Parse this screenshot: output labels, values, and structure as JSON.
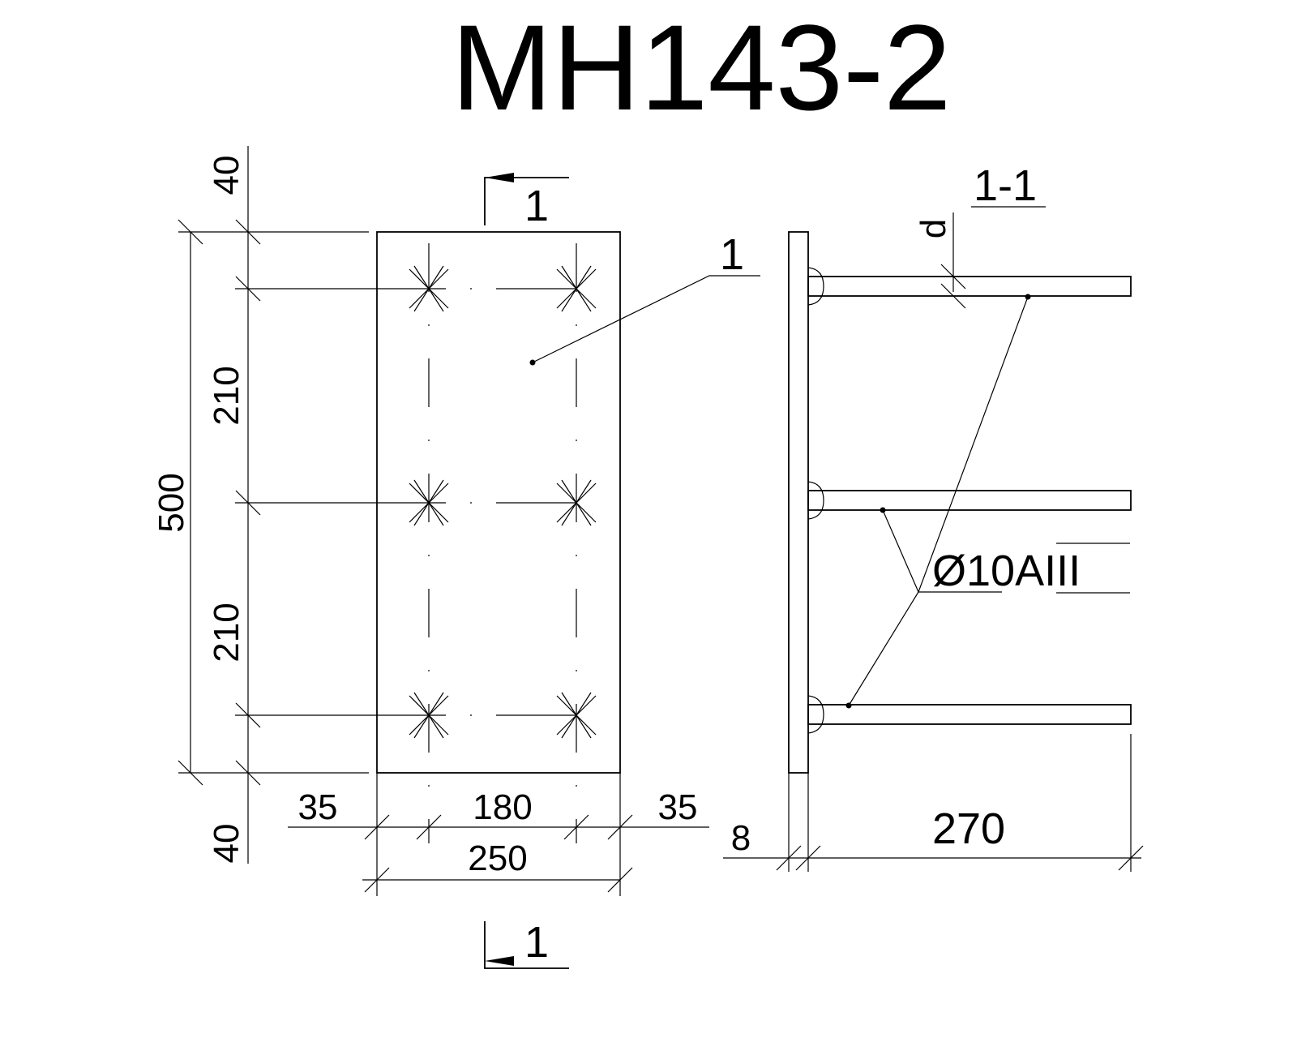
{
  "title": "MH143-2",
  "section_label": "1-1",
  "section_mark": "1",
  "part_number": "1",
  "rebar_label": "Ø10AIII",
  "d_label": "d",
  "dimensions": {
    "top_40": "40",
    "bottom_40": "40",
    "height_500": "500",
    "spacing_210_top": "210",
    "spacing_210_bottom": "210",
    "left_35": "35",
    "mid_180": "180",
    "right_35": "35",
    "width_250": "250",
    "plate_8": "8",
    "length_270": "270"
  }
}
